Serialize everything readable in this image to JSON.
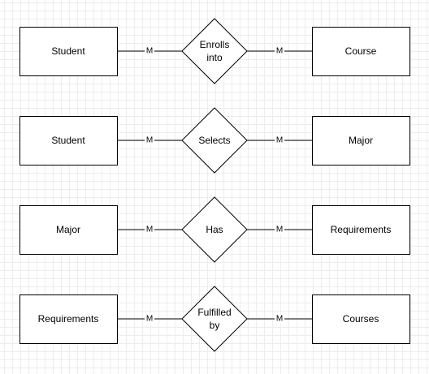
{
  "relationships": [
    {
      "left": "Student",
      "relation": [
        "Enrolls",
        "into"
      ],
      "right": "Course",
      "left_cardinality": "M",
      "right_cardinality": "M"
    },
    {
      "left": "Student",
      "relation": [
        "Selects"
      ],
      "right": "Major",
      "left_cardinality": "M",
      "right_cardinality": "M"
    },
    {
      "left": "Major",
      "relation": [
        "Has"
      ],
      "right": "Requirements",
      "left_cardinality": "M",
      "right_cardinality": "M"
    },
    {
      "left": "Requirements",
      "relation": [
        "Fulfilled",
        "by"
      ],
      "right": "Courses",
      "left_cardinality": "M",
      "right_cardinality": "M"
    }
  ]
}
